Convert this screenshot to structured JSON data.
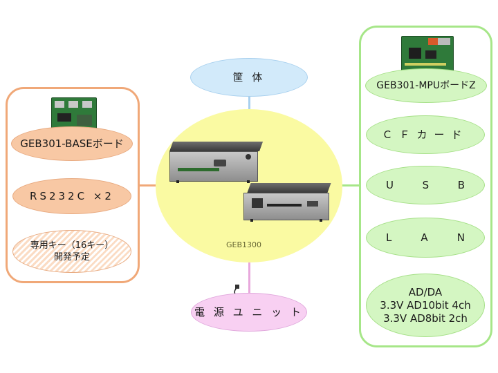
{
  "center": {
    "label": "GEB1300"
  },
  "top": {
    "label": "筐 体"
  },
  "bottom": {
    "label": "電 源 ユ ニ ッ ト"
  },
  "left_items": [
    {
      "label": "GEB301-BASEボード"
    },
    {
      "label": "RS232C ×2"
    },
    {
      "line1": "専用キー（16キー）",
      "line2": "開発予定"
    }
  ],
  "right_items": [
    {
      "label": "GEB301-MPUボードZ"
    },
    {
      "label": "ＣＦカード"
    },
    {
      "letters": [
        "U",
        "S",
        "B"
      ]
    },
    {
      "letters": [
        "L",
        "A",
        "N"
      ]
    },
    {
      "line1": "AD/DA",
      "line2": "3.3V AD10bit 4ch",
      "line3": "3.3V AD8bit 2ch"
    }
  ],
  "colors": {
    "left_border": "#f0a878",
    "right_border": "#a6e688",
    "center_fill": "#fafaa2",
    "top_fill": "#d2eafa",
    "bottom_fill": "#f8d0f2"
  }
}
